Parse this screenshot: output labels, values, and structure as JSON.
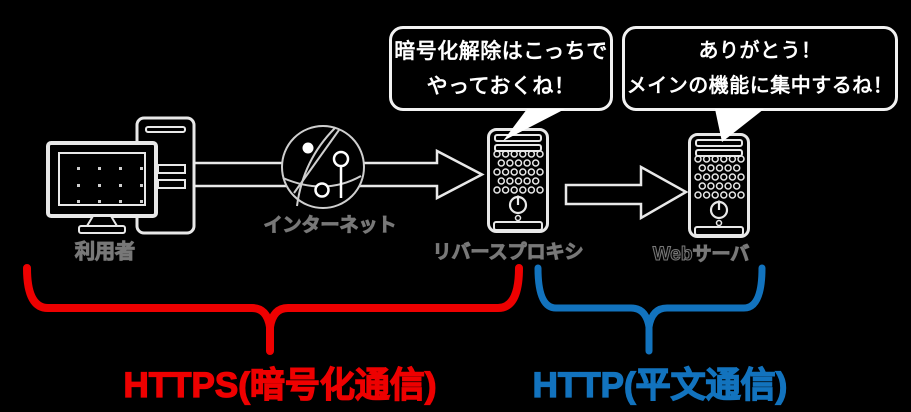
{
  "colors": {
    "background": "#000000",
    "foreground": "#ffffff",
    "https_red": "#ee0000",
    "http_blue": "#1273be"
  },
  "speech_bubbles": [
    {
      "speaker": "リバースプロキシ",
      "lines": [
        "暗号化解除はこっちで",
        "やっておくね！"
      ]
    },
    {
      "speaker": "Webサーバ",
      "lines": [
        "ありがとう！",
        "メインの機能に集中するね！"
      ]
    }
  ],
  "nodes": [
    {
      "id": "user",
      "label": "利用者",
      "icon": "desktop-computer-icon"
    },
    {
      "id": "internet",
      "label": "インターネット",
      "icon": "globe-network-icon"
    },
    {
      "id": "reverse_proxy",
      "label": "リバースプロキシ",
      "icon": "server-tower-icon"
    },
    {
      "id": "web_server",
      "label": "Webサーバ",
      "icon": "server-tower-icon"
    }
  ],
  "flows": [
    {
      "from": "user",
      "to": "reverse_proxy",
      "via": "internet",
      "protocol": "HTTPS"
    },
    {
      "from": "reverse_proxy",
      "to": "web_server",
      "protocol": "HTTP"
    }
  ],
  "spans": [
    {
      "id": "https",
      "label": "HTTPS(暗号化通信)",
      "color": "#ee0000"
    },
    {
      "id": "http",
      "label": "HTTP(平文通信)",
      "color": "#1273be"
    }
  ]
}
